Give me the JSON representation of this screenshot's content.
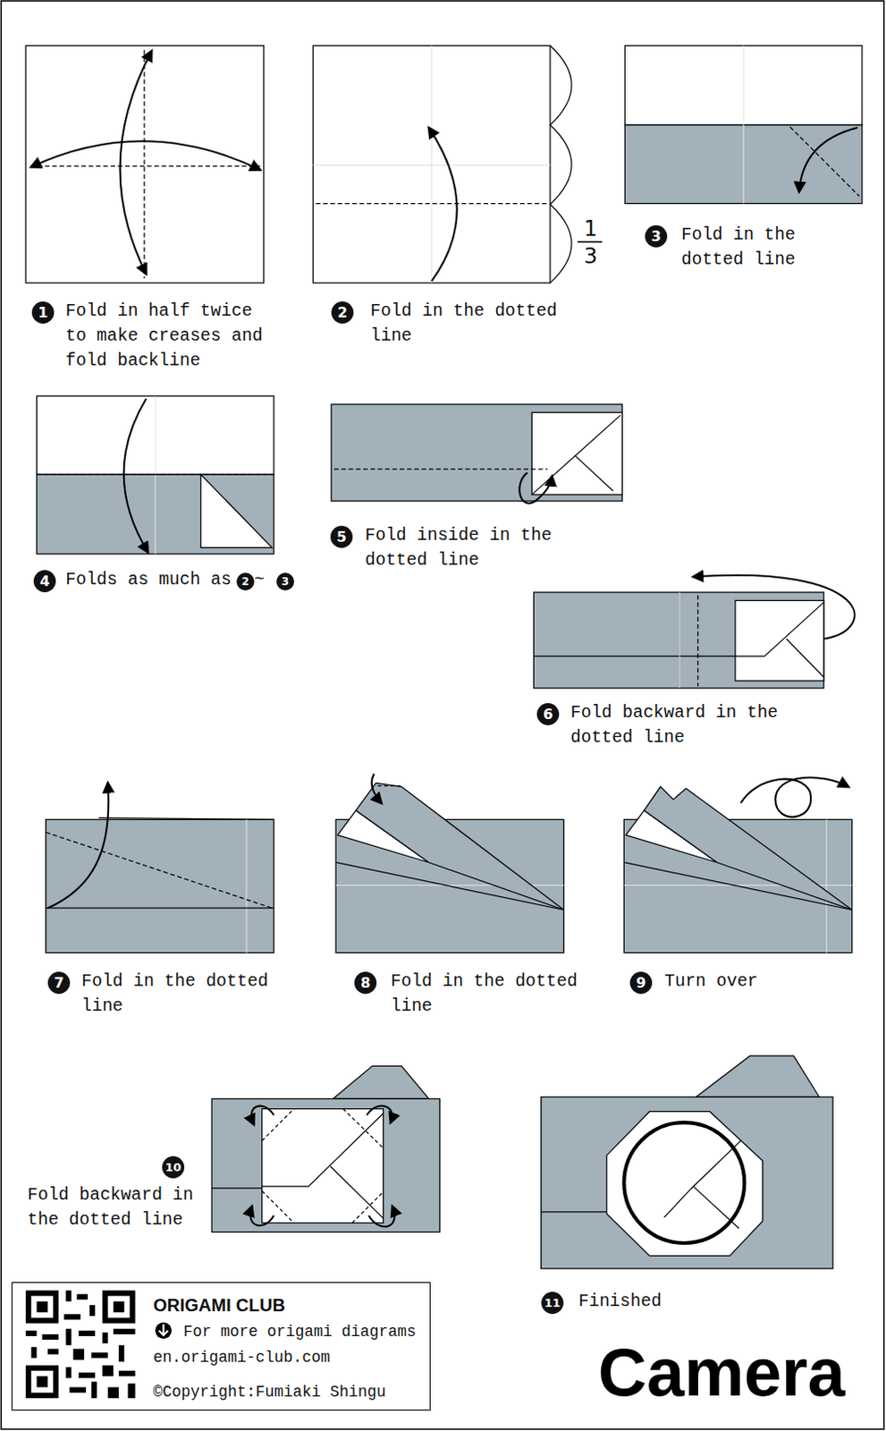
{
  "diagram": {
    "title": "Camera",
    "nodes": [
      {
        "text": [
          "ORIGAMI CLUB",
          "For more origami diagrams",
          "en.origami-club.com",
          "©Copyright:Fumiaki Shingu"
        ]
      }
    ],
    "labels": [
      "1",
      "Fold in half twice to make creases and fold backline",
      "1",
      "3",
      "2",
      "Fold in the dotted line",
      "3",
      "Fold in the dotted line",
      "4",
      "Folds as much as",
      "2",
      "~",
      "3",
      "5",
      "Fold inside in the dotted line",
      "6",
      "Fold backward in the dotted line",
      "7",
      "Fold in the dotted line",
      "8",
      "Fold in the dotted line",
      "9",
      "Turn over",
      "10",
      "Fold backward in the dotted line",
      "11",
      "Finished"
    ]
  }
}
